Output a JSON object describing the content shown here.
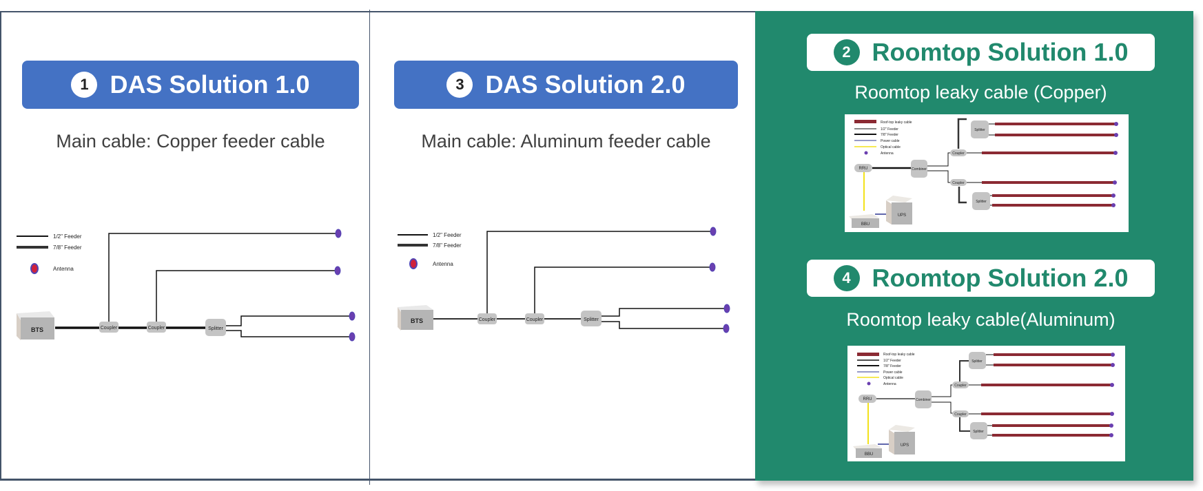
{
  "panels": [
    {
      "number": "1",
      "title": "DAS Solution 1.0",
      "subtitle": "Main cable: Copper feeder cable",
      "diagram": {
        "legend": [
          "1/2\" Feeder",
          "7/8\" Feeder",
          "Antenna"
        ],
        "bts": "BTS",
        "coupler1": "Coupler",
        "coupler2": "Coupler",
        "splitter": "Splitter"
      }
    },
    {
      "number": "3",
      "title": "DAS Solution 2.0",
      "subtitle": "Main cable: Aluminum feeder cable",
      "diagram": {
        "legend": [
          "1/2\" Feeder",
          "7/8\" Feeder",
          "Antenna"
        ],
        "bts": "BTS",
        "coupler1": "Coupler",
        "coupler2": "Coupler",
        "splitter": "Splitter"
      }
    },
    {
      "number": "2",
      "title": "Roomtop Solution 1.0",
      "subtitle": "Roomtop leaky cable (Copper)",
      "diagram": {
        "legend": [
          "Roof-top leaky cable",
          "1/2\" Feeder",
          "7/8\" Feeder",
          "Power cable",
          "Optical cable",
          "Antenna"
        ],
        "rru": "RRU",
        "combiner": "Combiner",
        "coupler1": "Coupler",
        "coupler2": "Coupler",
        "splitter1": "Splitter",
        "splitter2": "Splitter",
        "bbu": "BBU",
        "ups": "UPS"
      }
    },
    {
      "number": "4",
      "title": "Roomtop Solution 2.0",
      "subtitle": "Roomtop leaky cable(Aluminum)",
      "diagram": {
        "legend": [
          "Roof-top leaky cable",
          "1/2\" Feeder",
          "7/8\" Feeder",
          "Power cable",
          "Optical cable",
          "Antenna"
        ],
        "rru": "RRU",
        "combiner": "Combiner",
        "coupler1": "Coupler",
        "coupler2": "Coupler",
        "splitter1": "Splitter",
        "splitter2": "Splitter",
        "bbu": "BBU",
        "ups": "UPS"
      }
    }
  ],
  "colors": {
    "das_header": "#4472c4",
    "roomtop_panel": "#21896d",
    "frame": "#44546a",
    "leaky_cable": "#8b2a33",
    "antenna": "#6a3fb0"
  }
}
